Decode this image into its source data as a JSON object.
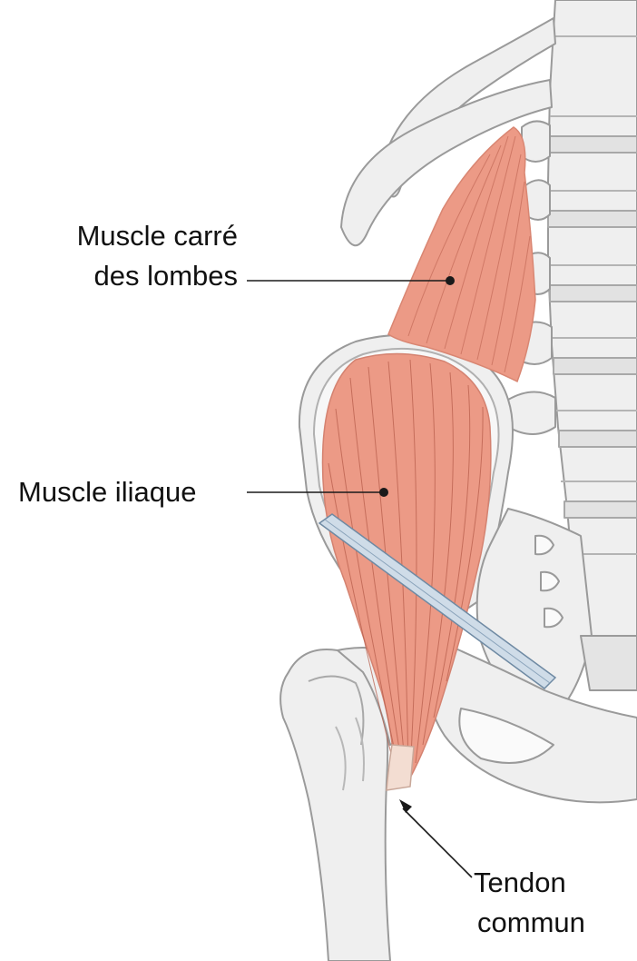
{
  "labels": {
    "quadratus_line1": "Muscle carré",
    "quadratus_line2": "des lombes",
    "iliacus": "Muscle iliaque",
    "tendon_line1": "Tendon",
    "tendon_line2": "commun"
  },
  "colors": {
    "bone_fill": "#efefef",
    "bone_stroke": "#9a9a9a",
    "muscle_fill": "#ec9a86",
    "muscle_fibers": "#c46a58",
    "tendon_fill": "#f3ddd2",
    "ligament_fill": "#cfdce8",
    "ligament_stroke": "#6f8aa3",
    "leader_line": "#1a1a1a"
  }
}
